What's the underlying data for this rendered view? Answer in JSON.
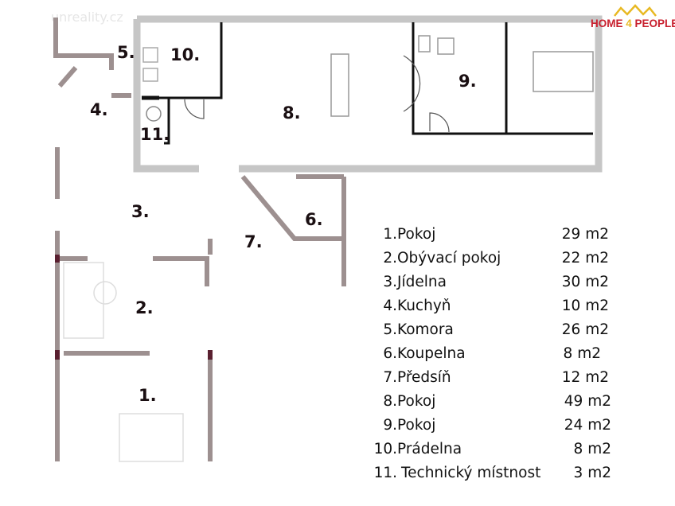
{
  "watermark": "unreality.cz",
  "logo": {
    "part1": "HOME ",
    "part2": "4",
    "part3": " PEOPLE",
    "colors": {
      "red": "#c8202e",
      "gold": "#e8b923"
    }
  },
  "room_labels": [
    "1.",
    "2.",
    "3.",
    "4.",
    "5.",
    "6.",
    "7.",
    "8.",
    "9.",
    "10.",
    "11."
  ],
  "legend": [
    {
      "num": "1.",
      "name": "Pokoj",
      "area": "29 m2"
    },
    {
      "num": "2.",
      "name": "Obývací pokoj",
      "area": "22 m2"
    },
    {
      "num": "3.",
      "name": "Jídelna",
      "area": "30 m2"
    },
    {
      "num": "4.",
      "name": "Kuchyň",
      "area": "10 m2"
    },
    {
      "num": "5.",
      "name": "Komora",
      "area": "26 m2"
    },
    {
      "num": "6.",
      "name": "Koupelna",
      "area": "8 m2"
    },
    {
      "num": "7.",
      "name": "Předsíň",
      "area": "12 m2"
    },
    {
      "num": "8.",
      "name": "Pokoj",
      "area": "49 m2"
    },
    {
      "num": "9.",
      "name": "Pokoj",
      "area": "24 m2"
    },
    {
      "num": "10.",
      "name": "Prádelna",
      "area": "8 m2"
    },
    {
      "num": "11.",
      "name": "Technický místnost",
      "area": "3 m2"
    }
  ],
  "colors": {
    "outer_wall": "#c6c6c6",
    "old_wall": "#9d9090",
    "new_wall": "#111111"
  }
}
